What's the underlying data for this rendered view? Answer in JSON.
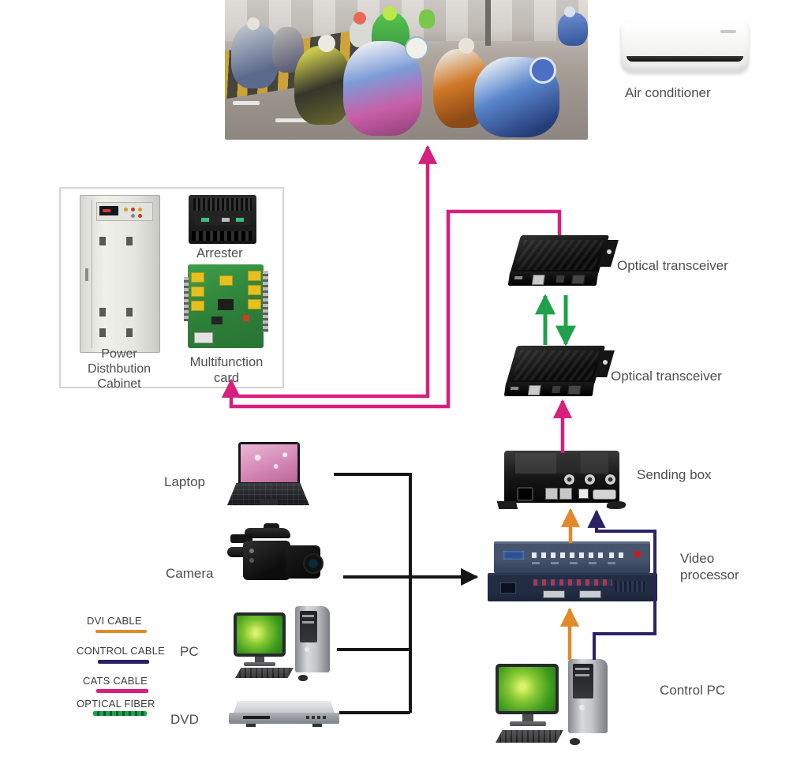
{
  "devices": {
    "air_conditioner": "Air conditioner",
    "power_cabinet": "Power Disthbution Cabinet",
    "arrester": "Arrester",
    "multifunction_card": "Multifunction card",
    "optical_transceiver_top": "Optical transceiver",
    "optical_transceiver_bottom": "Optical transceiver",
    "sending_box": "Sending box",
    "video_processor": "Video processor",
    "control_pc": "Control PC",
    "laptop": "Laptop",
    "camera": "Camera",
    "pc": "PC",
    "dvd": "DVD"
  },
  "legend": {
    "items": [
      {
        "label": "DVI CABLE",
        "key": "dvi"
      },
      {
        "label": "CONTROL CABLE",
        "key": "control"
      },
      {
        "label": "CATS CABLE",
        "key": "cat5"
      },
      {
        "label": "OPTICAL FIBER",
        "key": "fiber"
      }
    ]
  },
  "colors": {
    "cable-dvi": "#e1892b",
    "cable-control": "#2b2264",
    "cable-cat5": "#d6207d",
    "cable-fiber": "#1fa04c",
    "line-black": "#151515"
  }
}
